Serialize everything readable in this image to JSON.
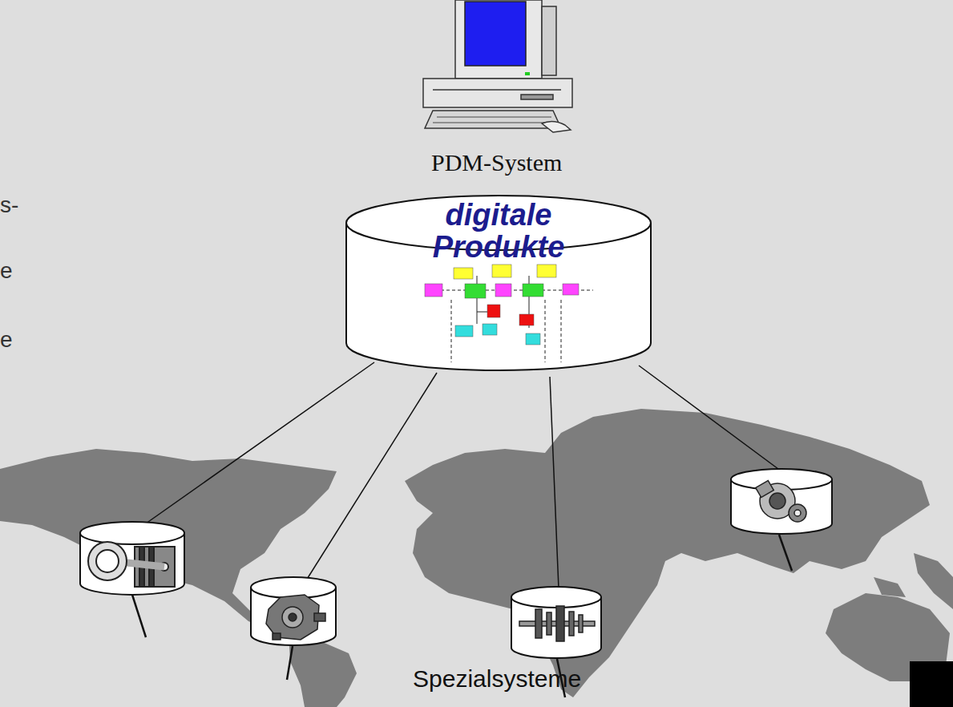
{
  "diagram": {
    "nodes": [
      {
        "text": [
          "digitale Produkte"
        ]
      }
    ],
    "labels": [
      "PDM-System",
      "Spezialsysteme",
      "s-",
      "e",
      "e"
    ]
  }
}
